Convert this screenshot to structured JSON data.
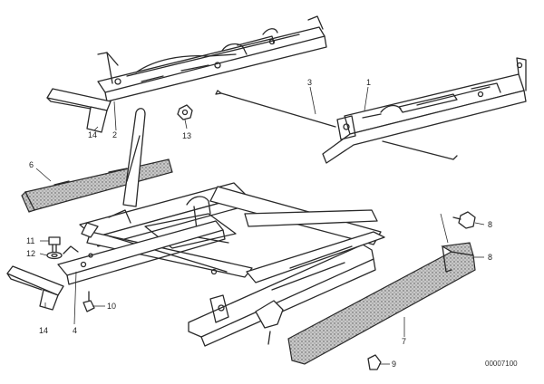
{
  "callouts": {
    "c1": "1",
    "c2": "2",
    "c3": "3",
    "c4": "4",
    "c6": "6",
    "c7": "7",
    "c8a": "8",
    "c8b": "8",
    "c9": "9",
    "c10": "10",
    "c11": "11",
    "c12": "12",
    "c13": "13",
    "c14a": "14",
    "c14b": "14"
  },
  "reference_number": "00007100"
}
